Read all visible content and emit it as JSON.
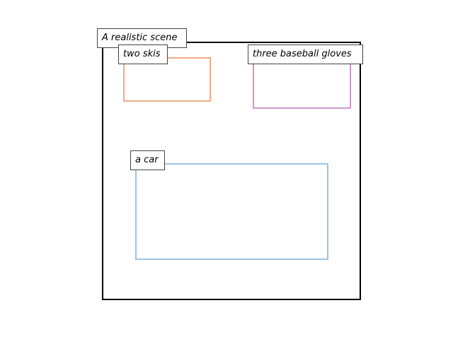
{
  "scene": {
    "caption": "A realistic scene"
  },
  "objects": [
    {
      "label": "two skis",
      "color": "#f0aa84"
    },
    {
      "label": "three baseball gloves",
      "color": "#cc99cc"
    },
    {
      "label": "a car",
      "color": "#9dc3e6"
    }
  ]
}
